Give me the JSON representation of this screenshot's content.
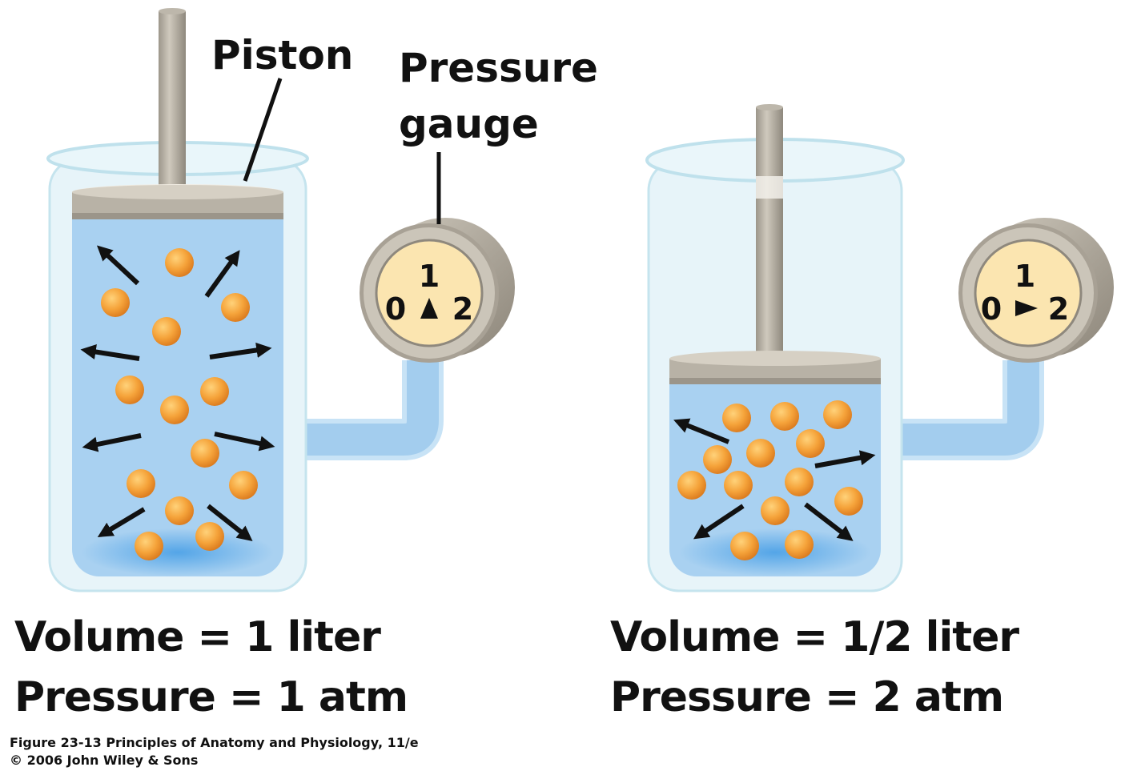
{
  "labels": {
    "piston": "Piston",
    "gauge_line1": "Pressure",
    "gauge_line2": "gauge"
  },
  "left_panel": {
    "gauge": {
      "top": "1",
      "left": "0",
      "right": "2",
      "reading": 1
    },
    "volume_text": "Volume = 1 liter",
    "pressure_text": "Pressure = 1 atm"
  },
  "right_panel": {
    "gauge": {
      "top": "1",
      "left": "0",
      "right": "2",
      "reading": 2
    },
    "volume_text": "Volume = 1/2 liter",
    "pressure_text": "Pressure = 2 atm"
  },
  "credit": {
    "line1": "Figure 23-13  Principles of Anatomy and Physiology, 11/e",
    "line2": "© 2006 John Wiley & Sons"
  },
  "colors": {
    "gas": "#a9d1f1",
    "glass": "#dff0f7",
    "molecule": "#f2a23a",
    "piston": "#b8b2a6",
    "gauge_face": "#fbe5b0",
    "arrow": "#111111"
  }
}
